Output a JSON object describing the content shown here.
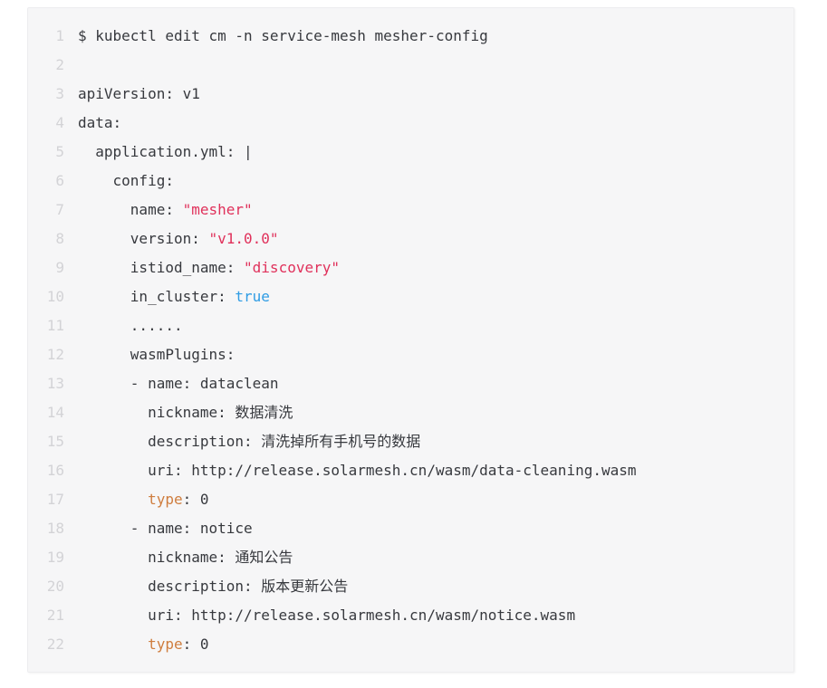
{
  "page": {
    "background": "#ffffff"
  },
  "code_block": {
    "background": "#f6f6f7",
    "colors": {
      "plain": "#37393e",
      "line_number": "#d3d3d6",
      "string": "#e0315b",
      "boolean": "#2f9ce4",
      "keyword": "#cf7d3e"
    },
    "lines": [
      {
        "n": "1",
        "segments": [
          {
            "t": "$ kubectl edit cm -n service-mesh mesher-config",
            "c": "plain"
          }
        ]
      },
      {
        "n": "2",
        "segments": []
      },
      {
        "n": "3",
        "segments": [
          {
            "t": "apiVersion: v1",
            "c": "plain"
          }
        ]
      },
      {
        "n": "4",
        "segments": [
          {
            "t": "data:",
            "c": "plain"
          }
        ]
      },
      {
        "n": "5",
        "segments": [
          {
            "t": "  application.yml: |",
            "c": "plain"
          }
        ]
      },
      {
        "n": "6",
        "segments": [
          {
            "t": "    config:",
            "c": "plain"
          }
        ]
      },
      {
        "n": "7",
        "segments": [
          {
            "t": "      name: ",
            "c": "plain"
          },
          {
            "t": "\"mesher\"",
            "c": "string"
          }
        ]
      },
      {
        "n": "8",
        "segments": [
          {
            "t": "      version: ",
            "c": "plain"
          },
          {
            "t": "\"v1.0.0\"",
            "c": "string"
          }
        ]
      },
      {
        "n": "9",
        "segments": [
          {
            "t": "      istiod_name: ",
            "c": "plain"
          },
          {
            "t": "\"discovery\"",
            "c": "string"
          }
        ]
      },
      {
        "n": "10",
        "segments": [
          {
            "t": "      in_cluster: ",
            "c": "plain"
          },
          {
            "t": "true",
            "c": "boolean"
          }
        ]
      },
      {
        "n": "11",
        "segments": [
          {
            "t": "      ......",
            "c": "plain"
          }
        ]
      },
      {
        "n": "12",
        "segments": [
          {
            "t": "      wasmPlugins:",
            "c": "plain"
          }
        ]
      },
      {
        "n": "13",
        "segments": [
          {
            "t": "      - name: dataclean",
            "c": "plain"
          }
        ]
      },
      {
        "n": "14",
        "segments": [
          {
            "t": "        nickname: 数据清洗",
            "c": "plain"
          }
        ]
      },
      {
        "n": "15",
        "segments": [
          {
            "t": "        description: 清洗掉所有手机号的数据",
            "c": "plain"
          }
        ]
      },
      {
        "n": "16",
        "segments": [
          {
            "t": "        uri: http://release.solarmesh.cn/wasm/data-cleaning.wasm",
            "c": "plain"
          }
        ]
      },
      {
        "n": "17",
        "segments": [
          {
            "t": "        ",
            "c": "plain"
          },
          {
            "t": "type",
            "c": "keyword"
          },
          {
            "t": ": 0",
            "c": "plain"
          }
        ]
      },
      {
        "n": "18",
        "segments": [
          {
            "t": "      - name: notice",
            "c": "plain"
          }
        ]
      },
      {
        "n": "19",
        "segments": [
          {
            "t": "        nickname: 通知公告",
            "c": "plain"
          }
        ]
      },
      {
        "n": "20",
        "segments": [
          {
            "t": "        description: 版本更新公告",
            "c": "plain"
          }
        ]
      },
      {
        "n": "21",
        "segments": [
          {
            "t": "        uri: http://release.solarmesh.cn/wasm/notice.wasm",
            "c": "plain"
          }
        ]
      },
      {
        "n": "22",
        "segments": [
          {
            "t": "        ",
            "c": "plain"
          },
          {
            "t": "type",
            "c": "keyword"
          },
          {
            "t": ": 0",
            "c": "plain"
          }
        ]
      }
    ]
  }
}
